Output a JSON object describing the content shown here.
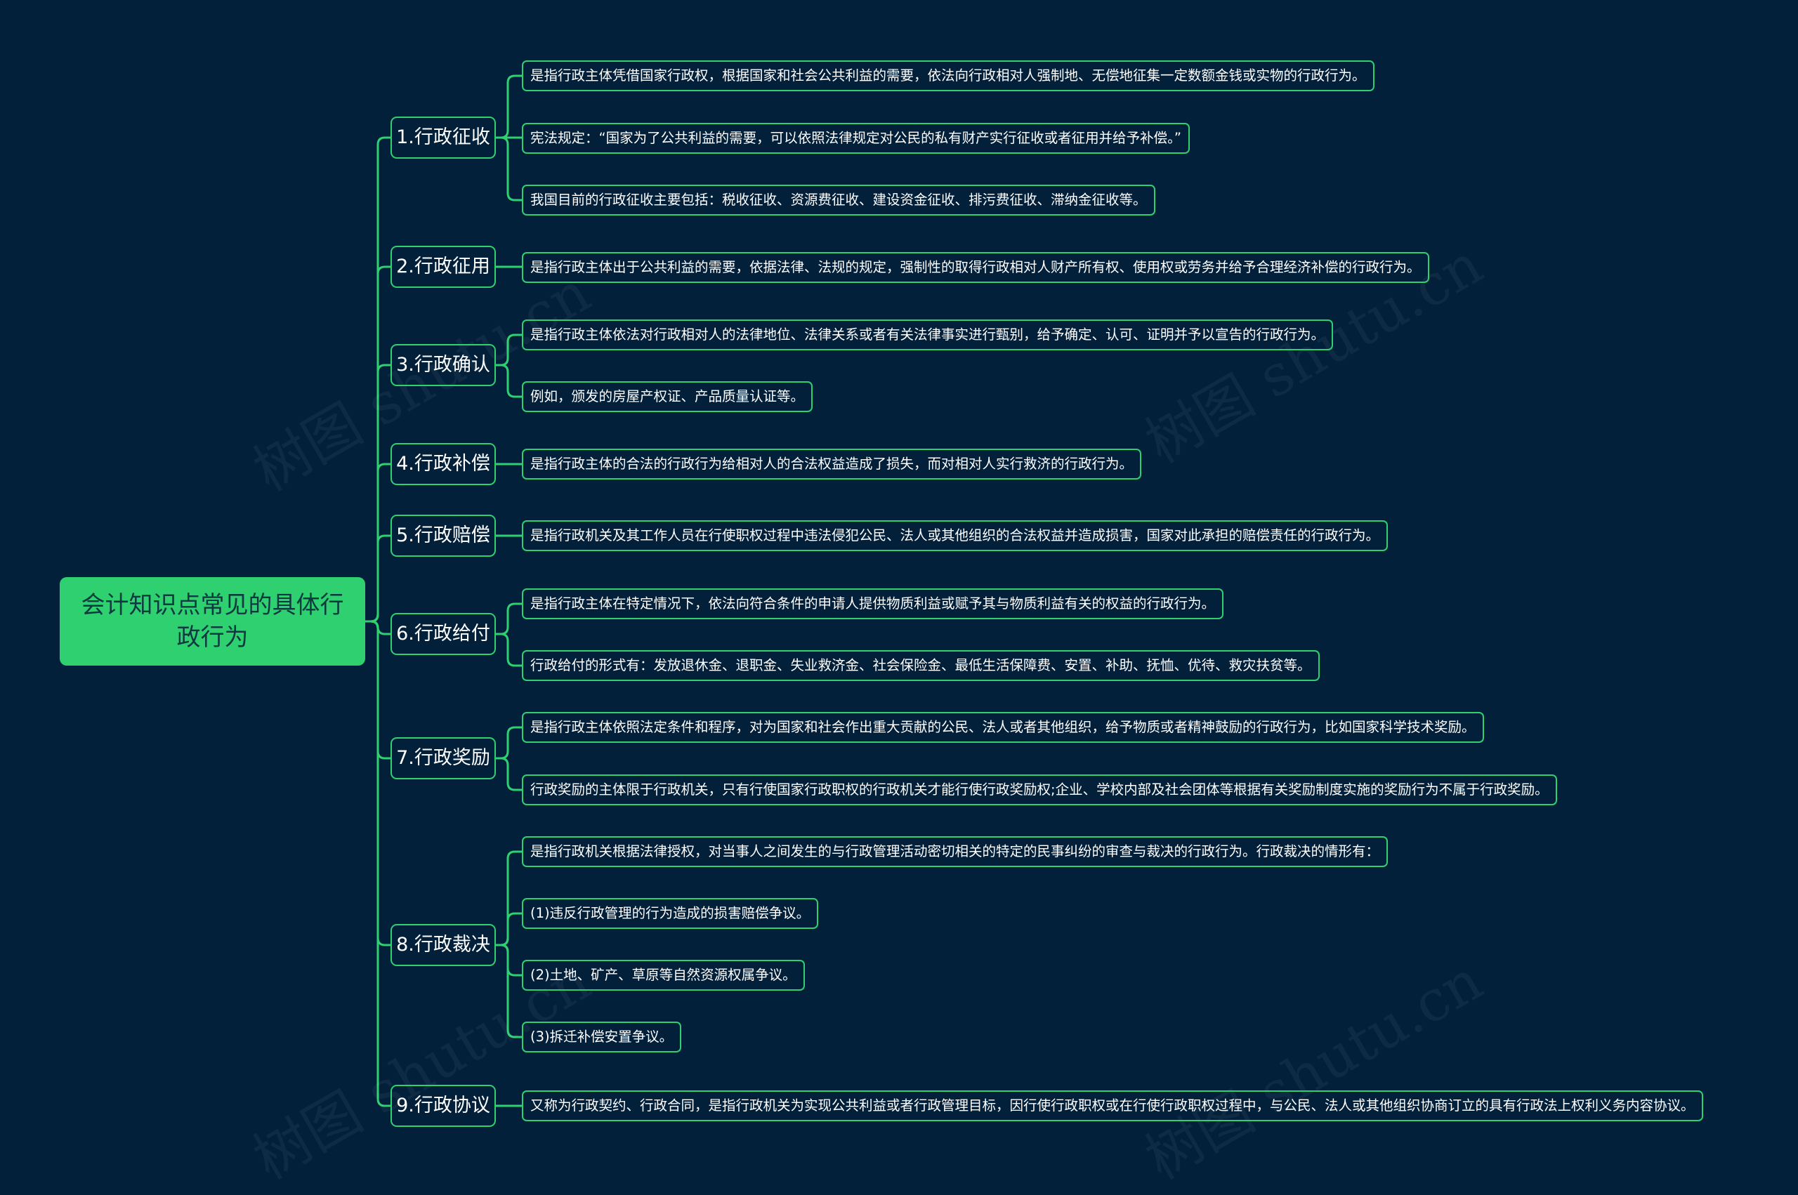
{
  "colors": {
    "background": "#03203a",
    "accent": "#2fd070",
    "text": "#ffffff",
    "root_text": "#0d3a3f"
  },
  "watermark": "树图 shutu.cn",
  "root": {
    "label": "会计知识点常见的具体行政行为"
  },
  "branches": [
    {
      "label": "1.行政征收",
      "leaves": [
        "是指行政主体凭借国家行政权，根据国家和社会公共利益的需要，依法向行政相对人强制地、无偿地征集一定数额金钱或实物的行政行为。",
        "宪法规定：“国家为了公共利益的需要，可以依照法律规定对公民的私有财产实行征收或者征用并给予补偿。”",
        "我国目前的行政征收主要包括：税收征收、资源费征收、建设资金征收、排污费征收、滞纳金征收等。"
      ]
    },
    {
      "label": "2.行政征用",
      "leaves": [
        "是指行政主体出于公共利益的需要，依据法律、法规的规定，强制性的取得行政相对人财产所有权、使用权或劳务并给予合理经济补偿的行政行为。"
      ]
    },
    {
      "label": "3.行政确认",
      "leaves": [
        "是指行政主体依法对行政相对人的法律地位、法律关系或者有关法律事实进行甄别，给予确定、认可、证明并予以宣告的行政行为。",
        "例如，颁发的房屋产权证、产品质量认证等。"
      ]
    },
    {
      "label": "4.行政补偿",
      "leaves": [
        "是指行政主体的合法的行政行为给相对人的合法权益造成了损失，而对相对人实行救济的行政行为。"
      ]
    },
    {
      "label": "5.行政赔偿",
      "leaves": [
        "是指行政机关及其工作人员在行使职权过程中违法侵犯公民、法人或其他组织的合法权益并造成损害，国家对此承担的赔偿责任的行政行为。"
      ]
    },
    {
      "label": "6.行政给付",
      "leaves": [
        "是指行政主体在特定情况下，依法向符合条件的申请人提供物质利益或赋予其与物质利益有关的权益的行政行为。",
        "行政给付的形式有：发放退休金、退职金、失业救济金、社会保险金、最低生活保障费、安置、补助、抚恤、优待、救灾扶贫等。"
      ]
    },
    {
      "label": "7.行政奖励",
      "leaves": [
        "是指行政主体依照法定条件和程序，对为国家和社会作出重大贡献的公民、法人或者其他组织，给予物质或者精神鼓励的行政行为，比如国家科学技术奖励。",
        "行政奖励的主体限于行政机关，只有行使国家行政职权的行政机关才能行使行政奖励权;企业、学校内部及社会团体等根据有关奖励制度实施的奖励行为不属于行政奖励。"
      ]
    },
    {
      "label": "8.行政裁决",
      "leaves": [
        "是指行政机关根据法律授权，对当事人之间发生的与行政管理活动密切相关的特定的民事纠纷的审查与裁决的行政行为。行政裁决的情形有：",
        "(1)违反行政管理的行为造成的损害赔偿争议。",
        "(2)土地、矿产、草原等自然资源权属争议。",
        "(3)拆迁补偿安置争议。"
      ]
    },
    {
      "label": "9.行政协议",
      "leaves": [
        "又称为行政契约、行政合同，是指行政机关为实现公共利益或者行政管理目标，因行使行政职权或在行使行政职权过程中，与公民、法人或其他组织协商订立的具有行政法上权利义务内容协议。"
      ]
    }
  ]
}
